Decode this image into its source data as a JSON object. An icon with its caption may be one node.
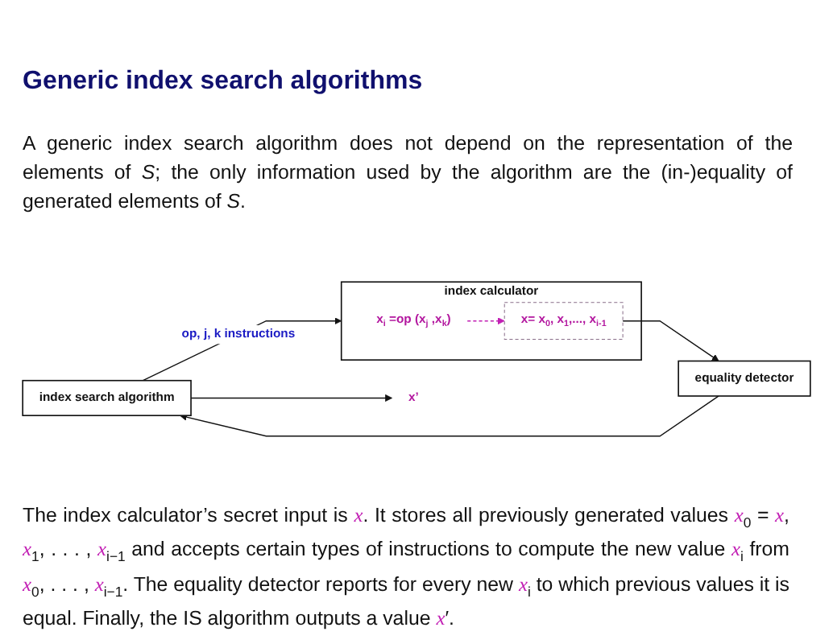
{
  "diagram": {
    "title": "Generic index search algorithms",
    "nodes": [
      {
        "text": [
          "index search algorithm"
        ]
      },
      {
        "text": [
          "index calculator"
        ]
      },
      {
        "text": [
          "x= x$_{0}$, x$_{1}$,..., x$_{i-1}$"
        ],
        "in": 1
      },
      {
        "text": [
          "x$_{i}$ =op (x$_{j}$ ,x$_{k}$)"
        ],
        "in": 1
      },
      {
        "text": [
          "equality detector"
        ]
      },
      {
        "text": [
          "x’"
        ]
      }
    ],
    "edges": [
      {
        "from": 0,
        "to": 1,
        "arrow": "to",
        "label": "op, j, k instructions"
      },
      {
        "from": 3,
        "to": 2,
        "arrow": "to",
        "style": "dashed",
        "color": "#c21fb4"
      },
      {
        "from": 2,
        "to": 4,
        "arrow": "to"
      },
      {
        "from": 4,
        "to": 0,
        "arrow": "to"
      },
      {
        "from": 0,
        "to": 5,
        "arrow": "to"
      }
    ],
    "labels": [
      "A generic index search algorithm does not depend on the representation of the elements of *S*; the only information used by the algorithm are the (in-)equality of generated elements of *S*."
    ],
    "caption": "The index calculator’s secret input is *x*. It stores all previously generated values *x*$_{0}$ = *x*, *x*$_{1}$, . . . , *x*$_{i−1}$ and accepts certain types of instructions to compute the new value *x*$_{i}$ from *x*$_{0}$, . . . , *x*$_{i−1}$. The equality detector reports for every new *x*$_{i}$ to which previous values it is equal. Finally, the IS algorithm outputs a value *x*′."
  }
}
